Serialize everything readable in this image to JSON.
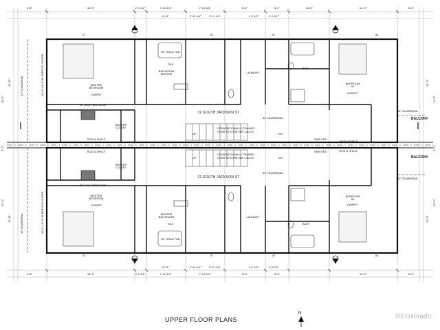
{
  "title": "UPPER FLOOR PLANS",
  "north_label": "N",
  "watermark": "REcolorado",
  "streets": {
    "upper": "19 SOUTH JACKSON ST",
    "lower": "21 SOUTH JACKSON ST"
  },
  "dims_top": [
    "6'-6\"",
    "18'-0\"",
    "2'-5 1/2\"",
    "7'-10 1/4\"",
    "7'-10 1/4\"",
    "8'-0\"",
    "6'-0\"",
    "14'-0\"",
    "14'-0\"",
    "6'-6\""
  ],
  "dims_top_inner": [
    "5'-11\"",
    "3'-11 1/4\"",
    "3'-11 1/4\"",
    "4'-2 1/2\"",
    "4'-2 1/2\""
  ],
  "dims_bottom": [
    "6'-6\"",
    "18'-0\"",
    "2'-5 1/2\"",
    "7'-10 1/4\"",
    "7'-10 1/4\"",
    "8'-0\"",
    "5'-0\"",
    "14'-0\"",
    "6'-6\""
  ],
  "dims_bottom_inner": [
    "3'-11\"",
    "3'-11 1/4\"",
    "3'-11 1/4\"",
    "4'-2 1/2\"",
    "4'-2 1/2\""
  ],
  "dims_left": [
    "12'-11\"",
    "19'-6\"",
    "5'-0\"",
    "19'-6\"",
    "12'-11\""
  ],
  "dims_right": [
    "12'-0\"",
    "19'-6\"",
    "5'-0\"",
    "19'-6\"",
    "12'-0\""
  ],
  "rooms_upper": {
    "master_bedroom": "MASTER\nBEDROOM",
    "carpet": "CARPET",
    "master_bath": "BATHROOM\nMASTER",
    "soak_tub": "60\" SOAK TUB",
    "tile": "TILE",
    "laundry": "LAUNDRY",
    "bath": "BATH",
    "bedroom2": "BEDROOM\n#2",
    "master_closet": "MASTER\nCLOSET",
    "gas_fireplace": "30\" GAS FIREPLACE",
    "rod_shelf": "ROD & SHELF",
    "guardrail": "42\" GUARDRAIL",
    "slider": "10'-0\" x 8'-0\" BI-PARTING SLIDER",
    "shelves": "SHELVES",
    "balcony": "BALCONY",
    "stair_note": "CONVENTIONALLY FRAMED STAIR SYSTEM SEE 1/A3.01",
    "up": "UP",
    "dn": "DN"
  },
  "rooms_lower": {
    "master_bedroom": "MASTER\nBEDROOM",
    "carpet": "CARPET",
    "master_bath": "MASTER\nBATHROOM",
    "soak_tub": "60\" SOAK TUB",
    "tile": "TILE",
    "laundry": "LAUNDRY",
    "bath": "BATH",
    "bedroom2": "BEDROOM\n#2",
    "master_closet": "MASTER\nCLOSET",
    "gas_fireplace": "30\" GAS FIREPLACE",
    "rod_shelf": "ROD & SHELF",
    "guardrail": "42\" GUARDRAIL",
    "slider": "10'-0\" x 8'-0\" BI-PARTING SLIDER",
    "shelves": "SHELVES",
    "balcony": "BALCONY",
    "stair_note": "CONVENTIONALLY FRAMED STAIR SYSTEM SEE 1/A3.01",
    "up": "UP",
    "dn": "DN"
  },
  "markers": [
    "07",
    "07",
    "07",
    "08",
    "07",
    "07",
    "07",
    "08"
  ]
}
